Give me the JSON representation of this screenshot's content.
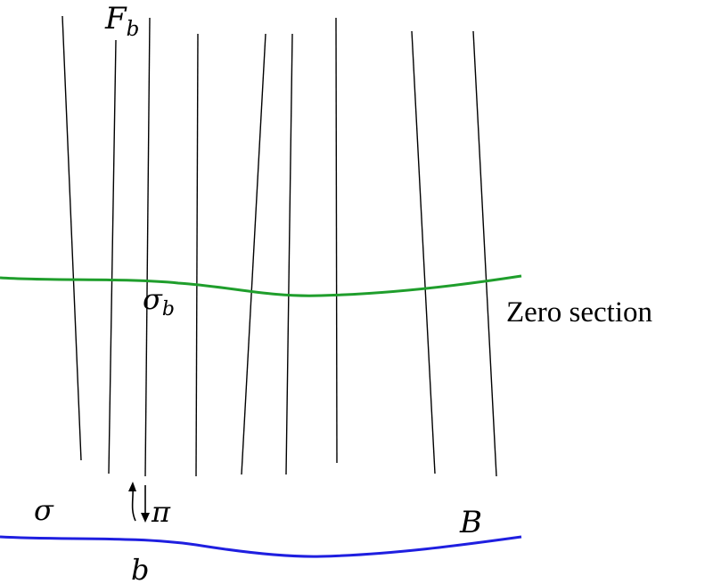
{
  "labels": {
    "F_b_base": "F",
    "F_b_sub": "b",
    "sigma_b_base": "σ",
    "sigma_b_sub": "b",
    "zero_section": "Zero section",
    "sigma": "σ",
    "pi": "π",
    "B": "B",
    "b": "b"
  },
  "colors": {
    "zero_section": "#1f9e2c",
    "base": "#1f1fe0",
    "fibers": "#000000"
  },
  "icons": {
    "projection": "up-down-arrows-icon"
  }
}
